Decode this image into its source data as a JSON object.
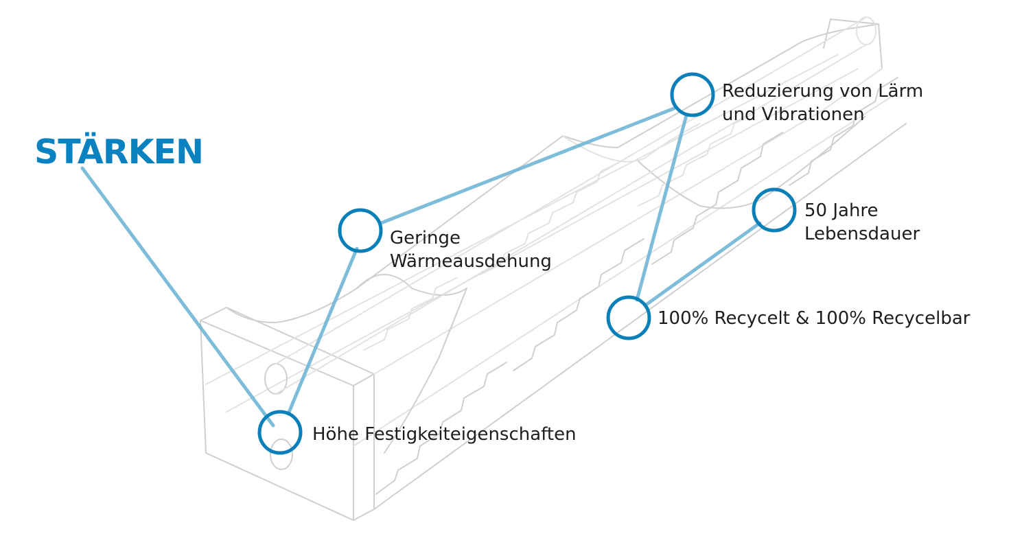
{
  "title": "STÄRKEN",
  "colors": {
    "accent": "#0a82bf",
    "marker": "#0a7fb8",
    "connector": "#6fb6d6",
    "outline": "#cfcfcf",
    "text": "#1d1d1d"
  },
  "features": [
    {
      "id": "laerm",
      "lines": [
        "Reduzierung von Lärm",
        "und Vibrationen"
      ]
    },
    {
      "id": "lebensdauer",
      "lines": [
        "50 Jahre",
        "Lebensdauer"
      ]
    },
    {
      "id": "waerme",
      "lines": [
        "Geringe",
        "Wärmeausdehung"
      ]
    },
    {
      "id": "recycelt",
      "lines": [
        "100% Recycelt & 100% Recycelbar"
      ]
    },
    {
      "id": "festigkeit",
      "lines": [
        "Höhe Festigkeiteigenschaften"
      ]
    }
  ]
}
